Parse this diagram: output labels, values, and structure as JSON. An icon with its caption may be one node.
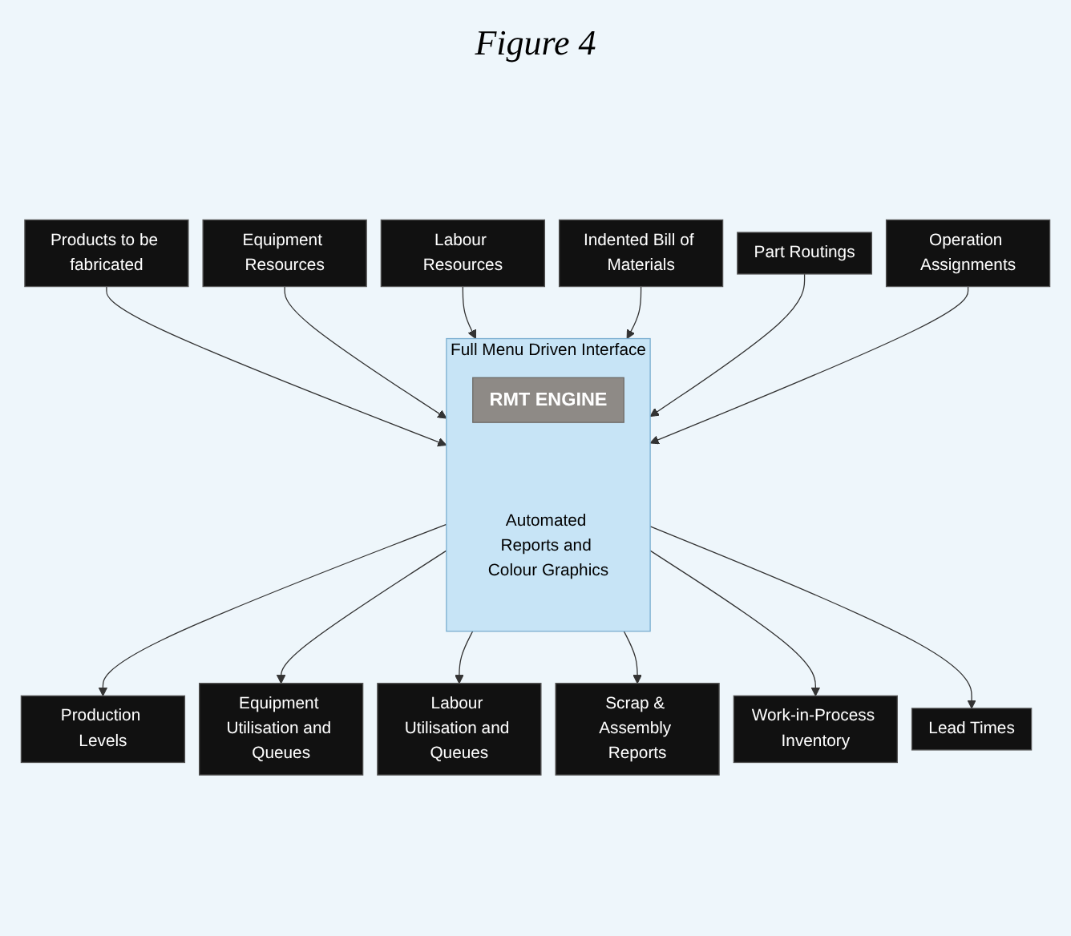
{
  "diagram": {
    "title": "Figure 4",
    "nodes": [
      {
        "text": [
          "Products to be fabricated"
        ]
      },
      {
        "text": [
          "Equipment Resources"
        ]
      },
      {
        "text": [
          "Labour Resources"
        ]
      },
      {
        "text": [
          "Indented Bill of Materials"
        ]
      },
      {
        "text": [
          "Part Routings"
        ]
      },
      {
        "text": [
          "Operation Assignments"
        ]
      },
      {
        "text": [
          "Full Menu Driven Interface",
          "Automated Reports and Colour Graphics"
        ]
      },
      {
        "text": [
          "RMT ENGINE"
        ],
        "in": 6
      },
      {
        "text": [
          "Production Levels"
        ]
      },
      {
        "text": [
          "Equipment Utilisation and Queues"
        ]
      },
      {
        "text": [
          "Labour Utilisation and Queues"
        ]
      },
      {
        "text": [
          "Scrap & Assembly Reports"
        ]
      },
      {
        "text": [
          "Work-in-Process Inventory"
        ]
      },
      {
        "text": [
          "Lead Times"
        ]
      }
    ],
    "edges": [
      {
        "from": 0,
        "to": 6,
        "arrow": "to"
      },
      {
        "from": 1,
        "to": 6,
        "arrow": "to"
      },
      {
        "from": 2,
        "to": 6,
        "arrow": "to"
      },
      {
        "from": 3,
        "to": 6,
        "arrow": "to"
      },
      {
        "from": 4,
        "to": 6,
        "arrow": "to"
      },
      {
        "from": 5,
        "to": 6,
        "arrow": "to"
      },
      {
        "from": 6,
        "to": 8,
        "arrow": "to"
      },
      {
        "from": 6,
        "to": 9,
        "arrow": "to"
      },
      {
        "from": 6,
        "to": 10,
        "arrow": "to"
      },
      {
        "from": 6,
        "to": 11,
        "arrow": "to"
      },
      {
        "from": 6,
        "to": 12,
        "arrow": "to"
      },
      {
        "from": 6,
        "to": 13,
        "arrow": "to"
      }
    ]
  }
}
